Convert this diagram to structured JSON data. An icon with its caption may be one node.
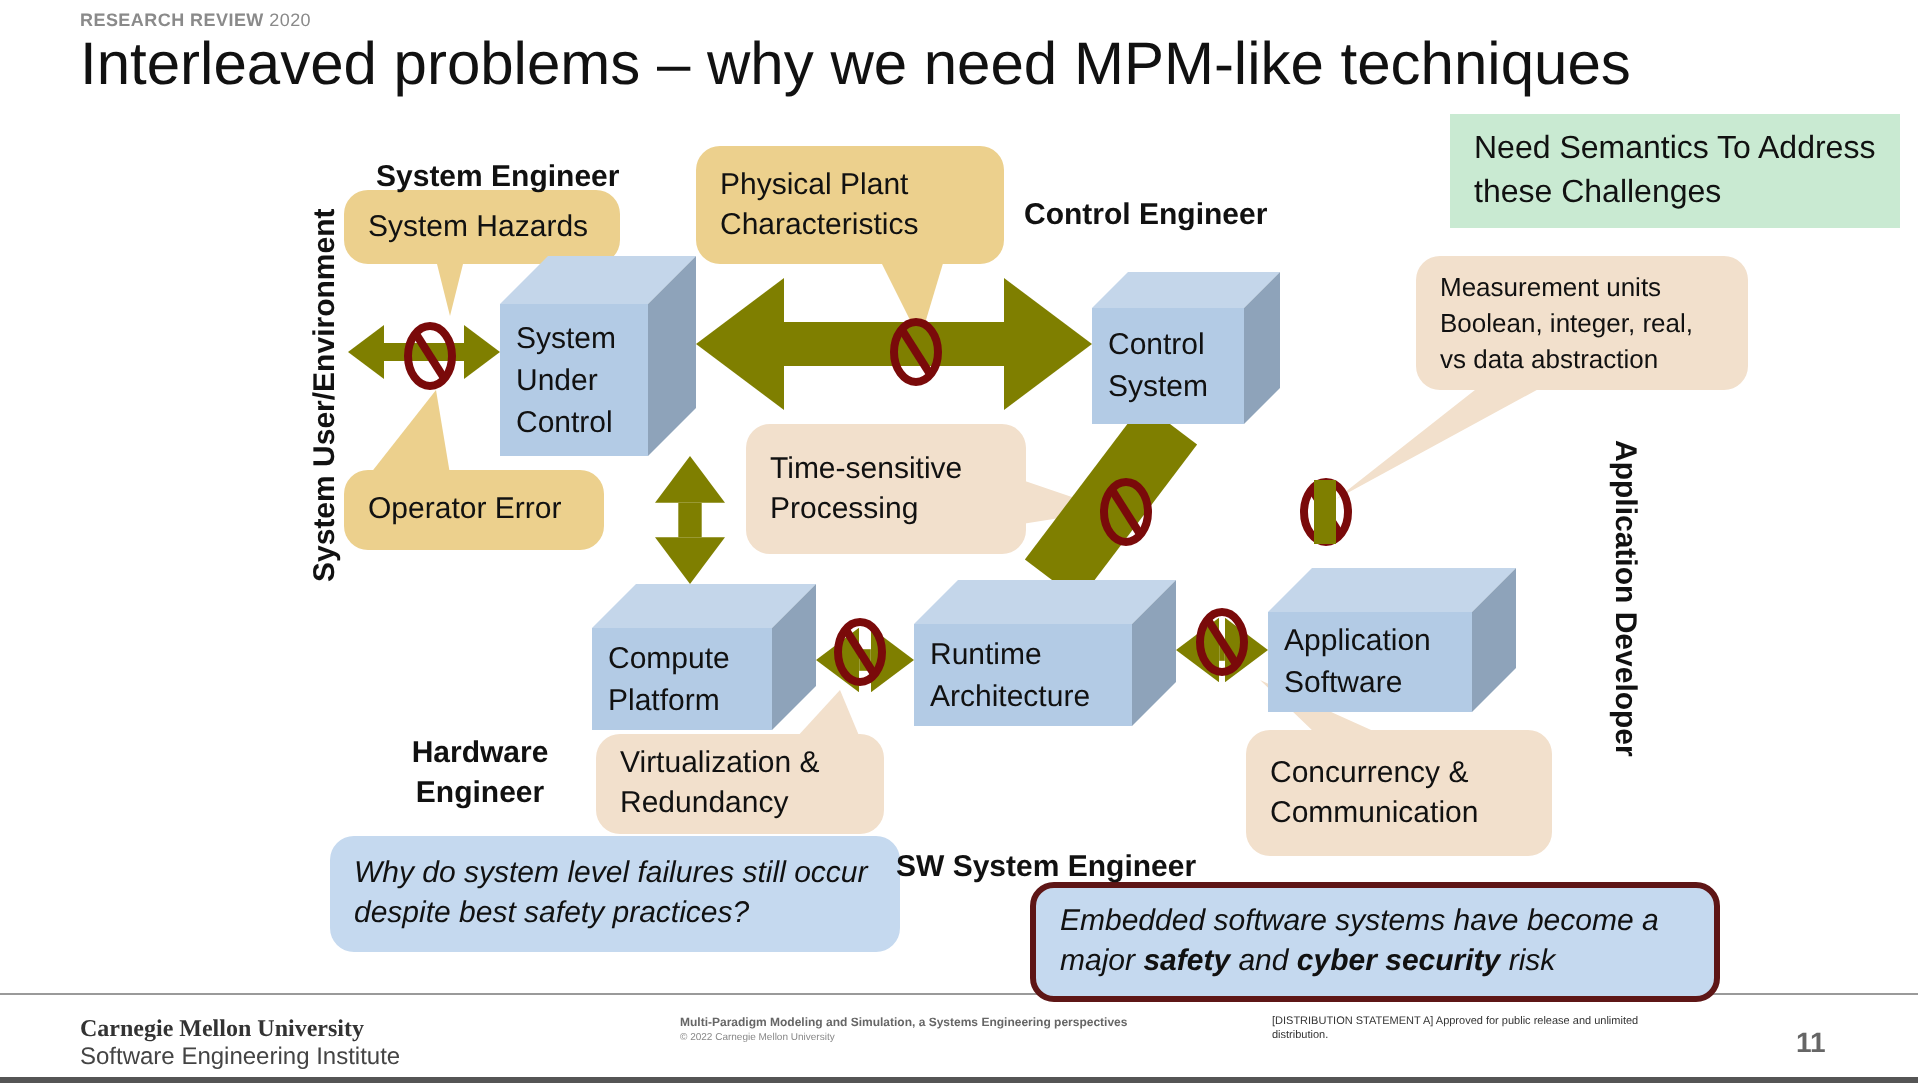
{
  "diagram": {
    "title": "Interleaved problems – why we need MPM-like techniques",
    "nodes": [
      {
        "text": [
          "System Hazards"
        ]
      },
      {
        "text": [
          "Physical Plant Characteristics"
        ]
      },
      {
        "text": [
          "Need Semantics To Address these Challenges"
        ]
      },
      {
        "text": [
          "Measurement units Boolean, integer, real, vs data abstraction"
        ]
      },
      {
        "text": [
          "System User/Environment"
        ]
      },
      {
        "text": [
          "System Under Control"
        ]
      },
      {
        "text": [
          "Control System"
        ]
      },
      {
        "text": [
          "Time-sensitive Processing"
        ]
      },
      {
        "text": [
          "Operator Error"
        ]
      },
      {
        "text": [
          "Compute Platform"
        ]
      },
      {
        "text": [
          "Runtime Architecture"
        ]
      },
      {
        "text": [
          "Application Software"
        ]
      },
      {
        "text": [
          "Virtualization & Redundancy"
        ]
      },
      {
        "text": [
          "Concurrency & Communication"
        ]
      },
      {
        "text": [
          "Why do system level failures still occur despite best safety practices?"
        ]
      },
      {
        "text": [
          "Embedded software systems have become a major **safety** and **cyber security** risk"
        ]
      },
      {
        "text": [],
        "shape": "bar"
      }
    ],
    "edges": [
      {
        "from": 4,
        "to": 5,
        "arrow": "both"
      },
      {
        "from": 5,
        "to": 6,
        "arrow": "both",
        "style": "thick"
      },
      {
        "from": 5,
        "to": 9,
        "arrow": "both"
      },
      {
        "from": 6,
        "to": 10,
        "arrow": "none",
        "style": "thick"
      },
      {
        "from": 9,
        "to": 10,
        "arrow": "both"
      },
      {
        "from": 10,
        "to": 11,
        "arrow": "both"
      },
      {
        "from": 3,
        "to": 16,
        "arrow": "none"
      }
    ],
    "labels": [
      "**RESEARCH REVIEW** 2020",
      "System Engineer",
      "Control Engineer",
      "Application Developer",
      "Hardware Engineer",
      "SW System Engineer",
      "Carnegie Mellon University",
      "Software Engineering Institute",
      "Multi-Paradigm Modeling and Simulation, a Systems Engineering perspectives",
      "© 2022 Carnegie Mellon University",
      "[DISTRIBUTION STATEMENT A] Approved for public release and unlimited distribution.",
      "11"
    ]
  }
}
